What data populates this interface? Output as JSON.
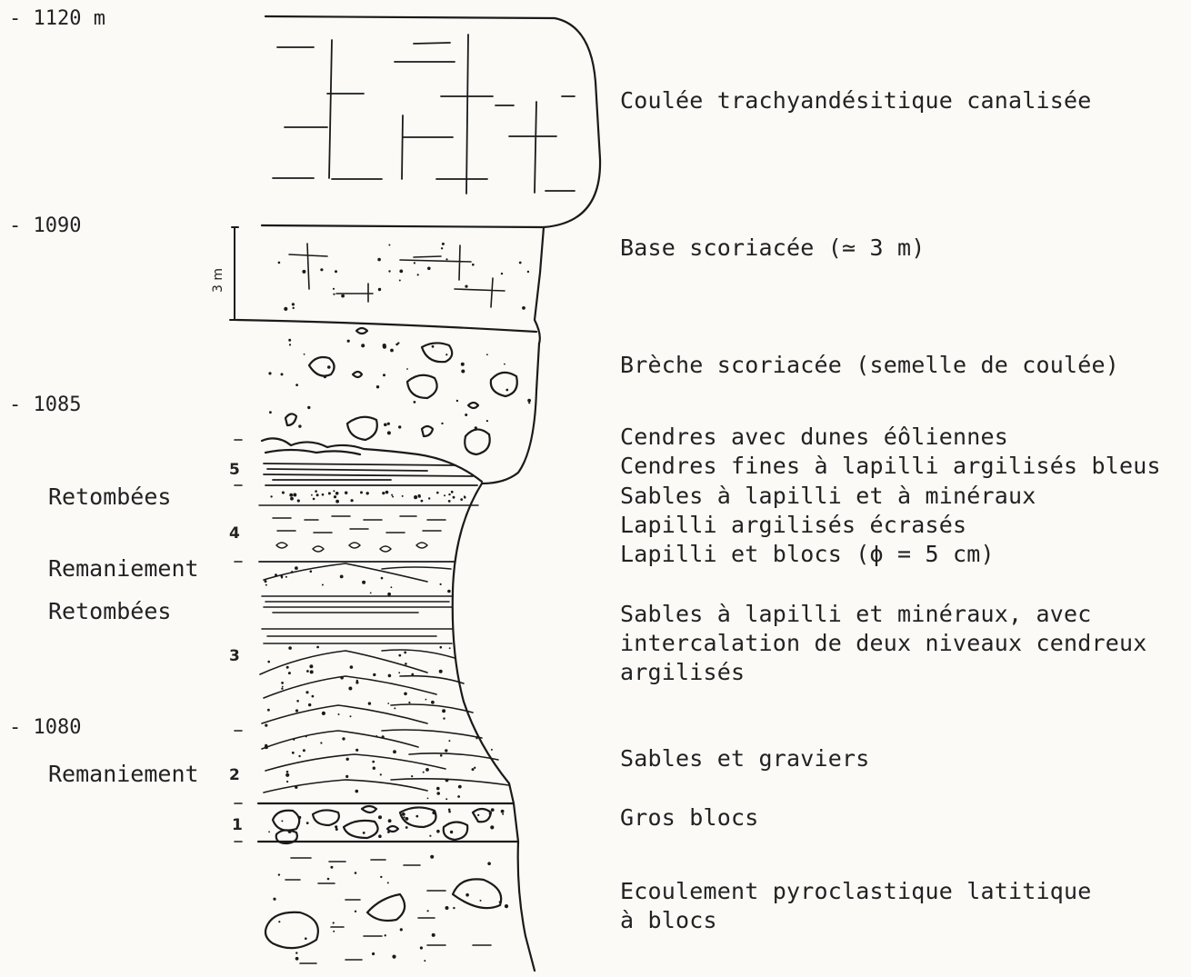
{
  "altitudes": [
    "- 1120 m",
    "- 1090",
    "- 1085",
    "- 1080"
  ],
  "scale_bar": "3 m",
  "unit_numbers": [
    "5",
    "4",
    "3",
    "2",
    "1"
  ],
  "side_labels": [
    "Retombées",
    "Remaniement",
    "Retombées",
    "Remaniement"
  ],
  "layer_descriptions": [
    "Coulée trachyandésitique canalisée",
    "Base scoriacée (≃ 3 m)",
    "Brèche scoriacée (semelle de coulée)",
    "Cendres avec dunes éôliennes",
    "Cendres fines à lapilli argilisés bleus",
    "Sables à lapilli et à minéraux",
    "Lapilli argilisés écrasés",
    "Lapilli et blocs (ϕ = 5 cm)",
    "Sables à lapilli et minéraux, avec",
    "intercalation de deux niveaux cendreux",
    "argilisés",
    "Sables et graviers",
    "Gros blocs",
    "Ecoulement pyroclastique latitique",
    "à blocs"
  ],
  "colors": {
    "ink": "#1a1a1a",
    "paper": "#fbfaf7"
  }
}
